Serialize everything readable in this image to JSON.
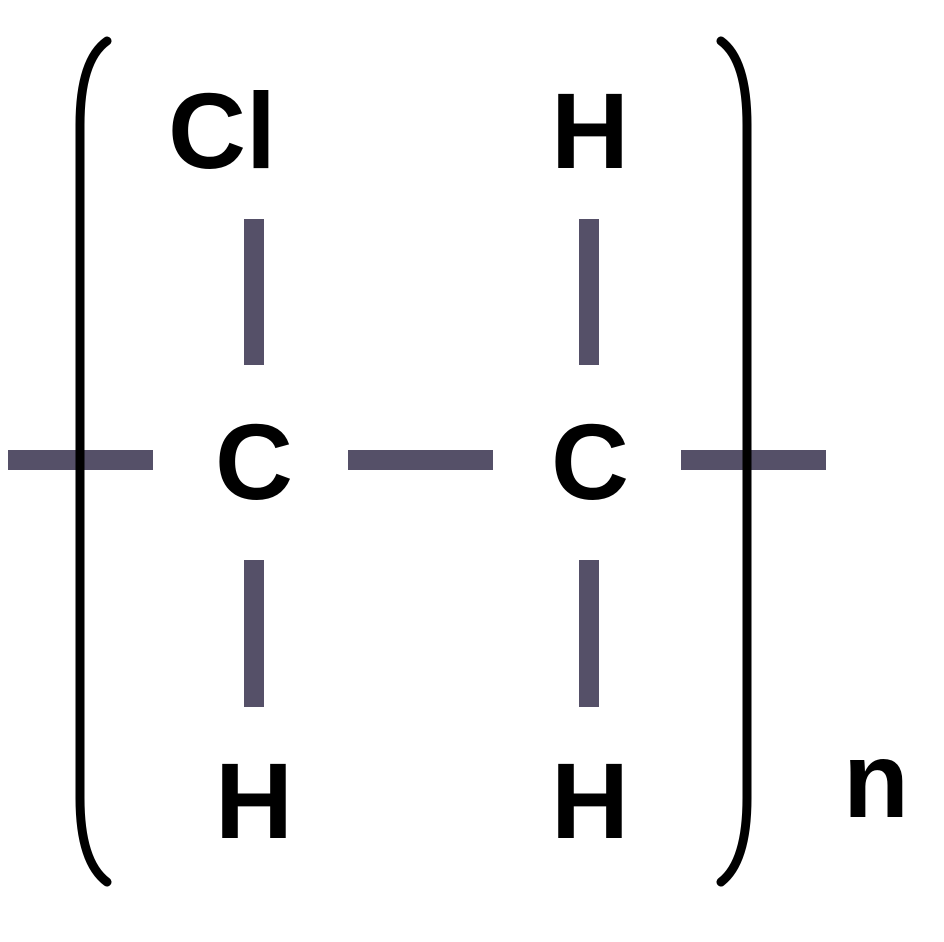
{
  "structure": {
    "atoms": {
      "carbon_left": "C",
      "carbon_right": "C",
      "top_left": "Cl",
      "top_right": "H",
      "bottom_left": "H",
      "bottom_right": "H"
    },
    "repeat_subscript": "n"
  },
  "colors": {
    "bond": "#555068",
    "bracket": "#000000",
    "text": "#000000",
    "background": "#ffffff"
  }
}
